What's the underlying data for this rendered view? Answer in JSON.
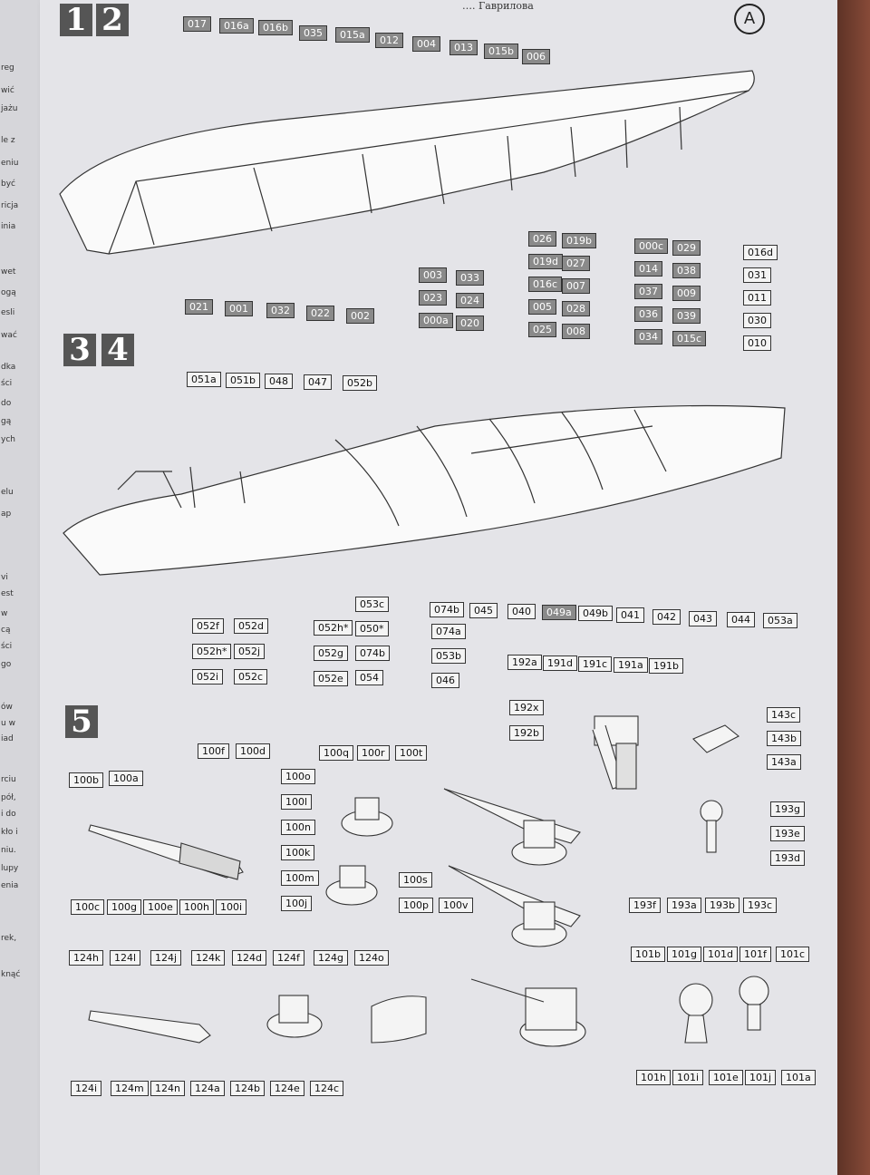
{
  "header": {
    "title": "…. Гаврилова",
    "sheet_letter": "A"
  },
  "prev_page_fragments": [
    "reg",
    "wić",
    "jażu",
    "le z",
    "eniu",
    "być",
    "ricja",
    "inia",
    "wet",
    "ogą",
    "esli",
    "wać",
    "dka",
    "ści",
    "do",
    "gą",
    "ych",
    "elu",
    "ap",
    "vi",
    "est",
    "w",
    "cą",
    "ści",
    "go",
    "ów",
    "u w",
    "iad",
    "rciu",
    "pół,",
    "i do",
    "kło i",
    "niu.",
    "lupy",
    "enia",
    "rek,",
    "knąć"
  ],
  "steps": {
    "s1": "1",
    "s2": "2",
    "s3": "3",
    "s4": "4",
    "s5": "5"
  },
  "step12": {
    "top_labels": [
      "017",
      "016a",
      "016b",
      "035",
      "015a",
      "012",
      "004",
      "013",
      "015b",
      "006"
    ],
    "bottom_left": [
      "021",
      "001",
      "032",
      "022",
      "002"
    ],
    "col1": [
      "003",
      "023",
      "000a"
    ],
    "col2": [
      "033",
      "024",
      "020"
    ],
    "col3": [
      "026",
      "019d",
      "016c",
      "005",
      "025"
    ],
    "col4": [
      "019b",
      "027",
      "007",
      "028",
      "008"
    ],
    "col5": [
      "000c",
      "014",
      "037",
      "036",
      "034"
    ],
    "col6": [
      "029",
      "038",
      "009",
      "039",
      "015c"
    ],
    "col7": [
      "016d",
      "031",
      "011",
      "030",
      "010"
    ]
  },
  "step34": {
    "top_labels": [
      "051a",
      "051b",
      "048",
      "047",
      "052b"
    ],
    "row": [
      "074b",
      "045",
      "040",
      "049a",
      "049b",
      "041",
      "042",
      "043",
      "044",
      "053a"
    ],
    "lower_a": [
      "052f",
      "052h*",
      "052i"
    ],
    "lower_b": [
      "052d",
      "052j",
      "052c"
    ],
    "lower_c": [
      "052h*",
      "052g",
      "052e"
    ],
    "lower_d": [
      "053c",
      "050*",
      "074b",
      "054"
    ],
    "lower_e": [
      "074a",
      "053b",
      "046"
    ]
  },
  "step5": {
    "ladder_top": [
      "192a",
      "191d",
      "191c",
      "191a",
      "191b"
    ],
    "ladder_side": [
      "192x",
      "192b"
    ],
    "cleat": [
      "143c",
      "143b",
      "143a"
    ],
    "gun_a_top": [
      "100f",
      "100d"
    ],
    "gun_a_left": [
      "100b",
      "100a"
    ],
    "gun_a_bottom": [
      "100c",
      "100g",
      "100e",
      "100h",
      "100i"
    ],
    "mount_top": [
      "100q",
      "100r",
      "100t"
    ],
    "mount_col": [
      "100o",
      "100l",
      "100n",
      "100k",
      "100m",
      "100j"
    ],
    "mount_right": [
      "100s",
      "100p",
      "100v"
    ],
    "light_right": [
      "193g",
      "193e",
      "193d"
    ],
    "light_bottom": [
      "193f",
      "193a",
      "193b",
      "193c"
    ],
    "gun_b_top": [
      "124h",
      "124l",
      "124j",
      "124k",
      "124d",
      "124f",
      "124g",
      "124o"
    ],
    "gun_b_bottom": [
      "124i",
      "124m",
      "124n",
      "124a",
      "124b",
      "124e",
      "124c"
    ],
    "search_top": [
      "101b",
      "101g",
      "101d",
      "101f",
      "101c"
    ],
    "search_bottom": [
      "101h",
      "101i",
      "101e",
      "101j",
      "101a"
    ]
  }
}
